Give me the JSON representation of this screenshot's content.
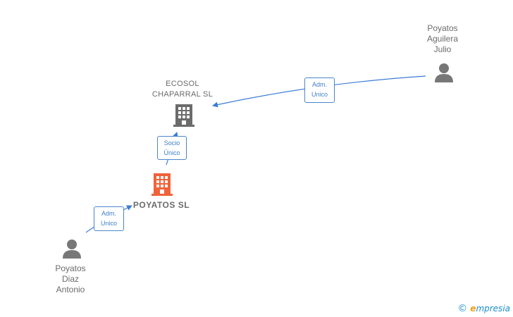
{
  "nodes": {
    "ecosol": {
      "label_line1": "ECOSOL",
      "label_line2": "CHAPARRAL SL",
      "type": "company",
      "color": "#6b6b6b"
    },
    "poyatos_sl": {
      "label": "POYATOS  SL",
      "type": "company-main",
      "color": "#f0623a"
    },
    "aguilera": {
      "label_line1": "Poyatos",
      "label_line2": "Aguilera",
      "label_line3": "Julio",
      "type": "person",
      "color": "#777777"
    },
    "diaz": {
      "label_line1": "Poyatos",
      "label_line2": "Diaz",
      "label_line3": "Antonio",
      "type": "person",
      "color": "#777777"
    }
  },
  "relations": {
    "aguilera_to_ecosol": {
      "line1": "Adm.",
      "line2": "Unico"
    },
    "poyatos_to_ecosol": {
      "line1": "Socio",
      "line2": "Único"
    },
    "diaz_to_poyatos": {
      "line1": "Adm.",
      "line2": "Unico"
    }
  },
  "colors": {
    "edge": "#3a7bd5",
    "label_border": "#4a86c9"
  },
  "footer": {
    "copyright": "©",
    "brand_e": "e",
    "brand_rest": "mpresia"
  }
}
